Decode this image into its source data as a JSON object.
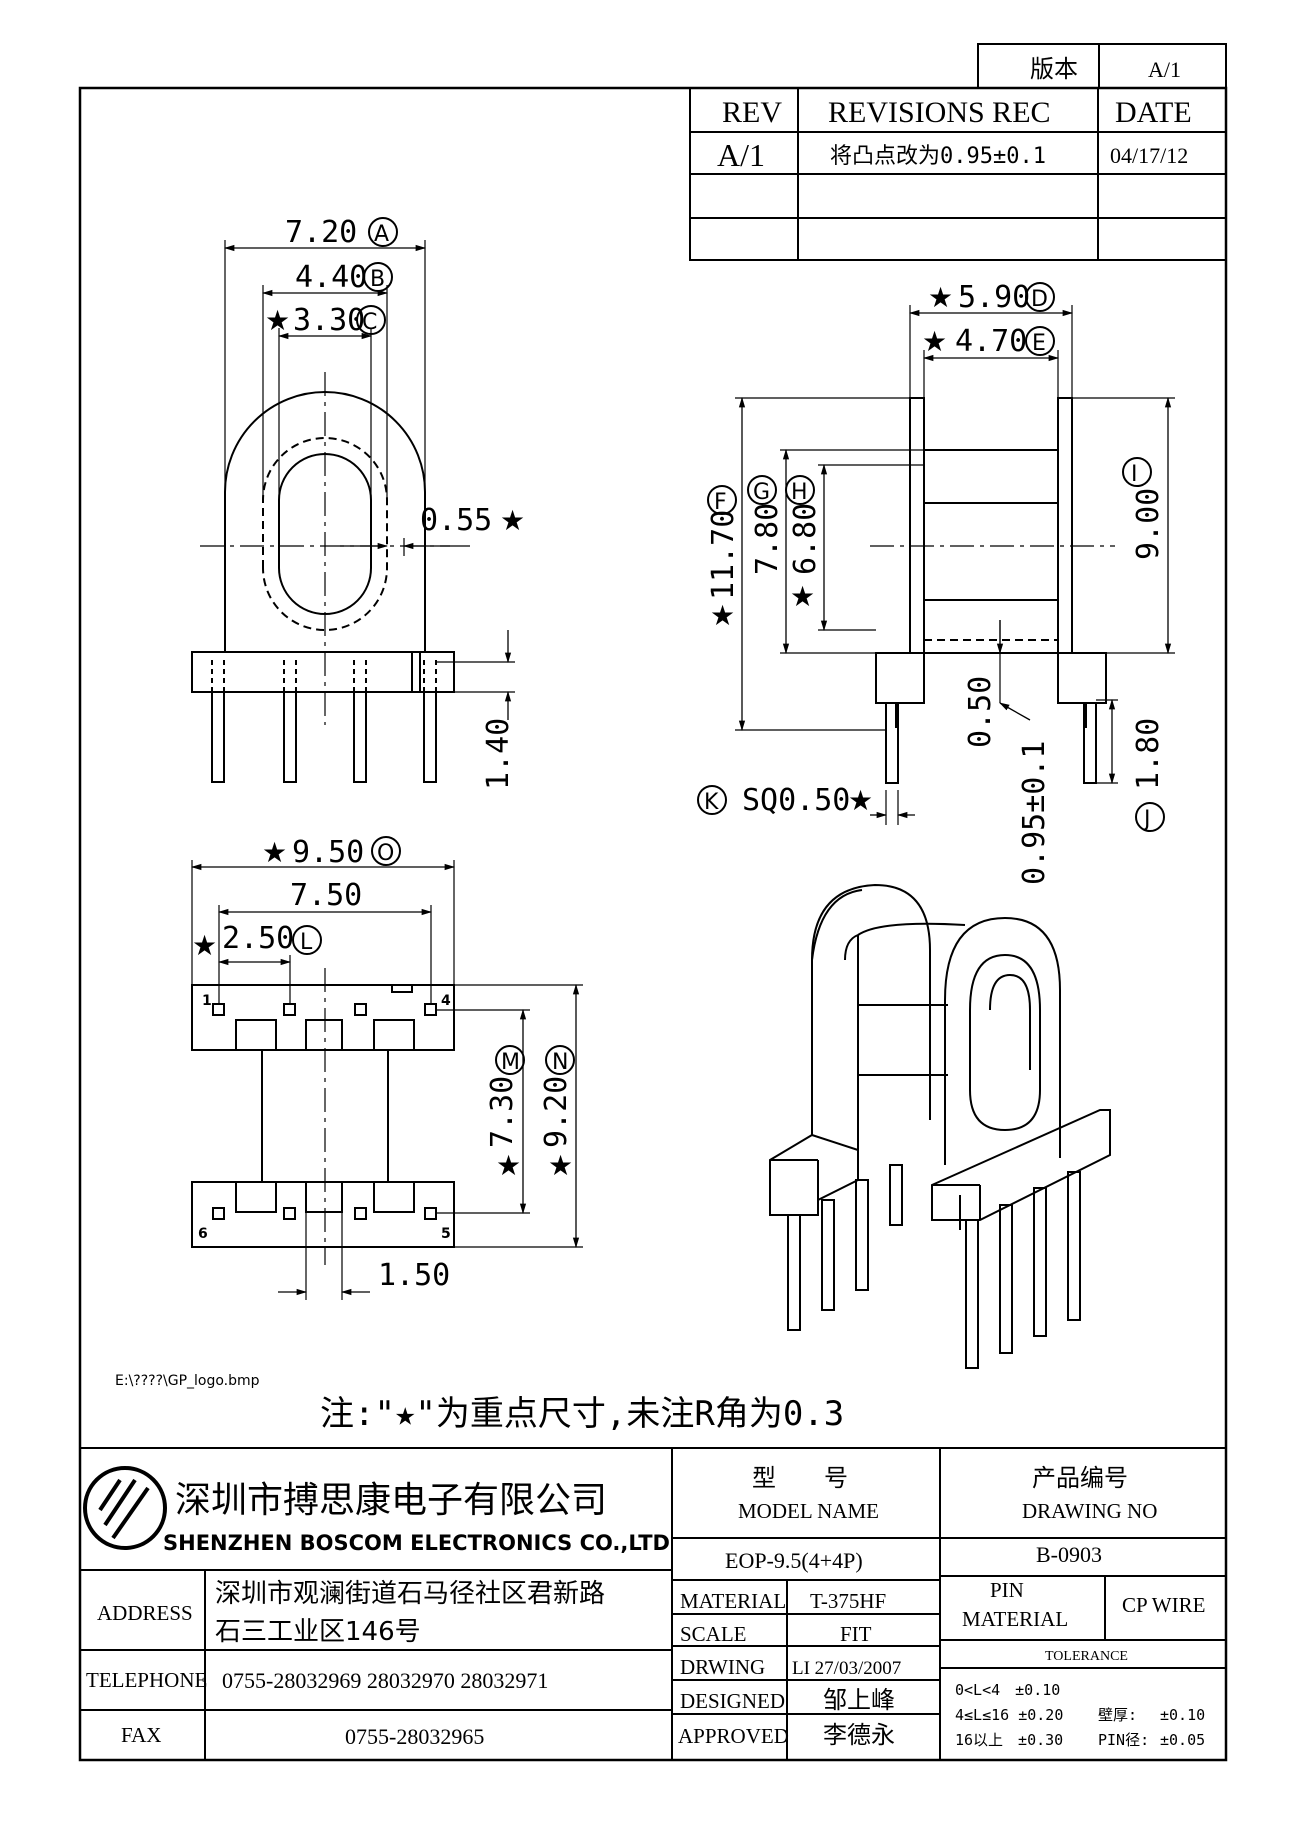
{
  "version_box": {
    "label": "版本",
    "value": "A/1"
  },
  "revisions": {
    "headers": [
      "REV",
      "REVISIONS REC",
      "DATE"
    ],
    "rows": [
      {
        "rev": "A/1",
        "rec": "将凸点改为0.95±0.1",
        "date": "04/17/12"
      }
    ]
  },
  "top_view": {
    "dim_a": "7.20",
    "tag_a": "A",
    "dim_b": "4.40",
    "tag_b": "B",
    "dim_c": "3.30",
    "tag_c": "C",
    "dim_055": "0.55",
    "dim_140": "1.40"
  },
  "side_view": {
    "dim_d": "5.90",
    "tag_d": "D",
    "dim_e": "4.70",
    "tag_e": "E",
    "dim_f": "11.70",
    "tag_f": "F",
    "dim_g": "7.80",
    "tag_g": "G",
    "dim_h": "6.80",
    "tag_h": "H",
    "dim_i": "9.00",
    "tag_i": "I",
    "dim_050": "0.50",
    "dim_095": "0.95±0.1",
    "dim_j": "1.80",
    "tag_j": "J",
    "dim_k": "SQ0.50",
    "tag_k": "K"
  },
  "bottom_view": {
    "dim_o": "9.50",
    "tag_o": "O",
    "dim_750": "7.50",
    "dim_l": "2.50",
    "tag_l": "L",
    "dim_m": "7.30",
    "tag_m": "M",
    "dim_n": "9.20",
    "tag_n": "N",
    "dim_150": "1.50",
    "pins": [
      "1",
      "4",
      "6",
      "5"
    ]
  },
  "star": "★",
  "logo_path": "E:\\????\\GP_logo.bmp",
  "note": "注:\"★\"为重点尺寸,未注R角为0.3",
  "company": {
    "name_cn": "深圳市搏思康电子有限公司",
    "name_en": "SHENZHEN BOSCOM ELECTRONICS CO.,LTD",
    "address_label": "ADDRESS",
    "address_line1": "深圳市观澜街道石马径社区君新路",
    "address_line2": "石三工业区146号",
    "telephone_label": "TELEPHONE",
    "telephone": "0755-28032969 28032970 28032971",
    "fax_label": "FAX",
    "fax": "0755-28032965"
  },
  "title_block": {
    "model_cn": "型　　号",
    "model_en": "MODEL NAME",
    "model_value": "EOP-9.5(4+4P)",
    "drawing_cn": "产品编号",
    "drawing_en": "DRAWING NO",
    "drawing_value": "B-0903",
    "material_label": "MATERIAL",
    "material_value": "T-375HF",
    "scale_label": "SCALE",
    "scale_value": "FIT",
    "drwing_label": "DRWING",
    "drwing_value": "LI 27/03/2007",
    "designed_label": "DESIGNED",
    "designed_value": "邹上峰",
    "approved_label": "APPROVED",
    "approved_value": "李德永",
    "pin_material_line1": "PIN",
    "pin_material_line2": "MATERIAL",
    "pin_material_value": "CP WIRE",
    "tolerance_label": "TOLERANCE",
    "tol_row1": "0<L<4　±0.10",
    "tol_row2": "4≤L≤16 ±0.20",
    "tol_row3": "16以上　±0.30",
    "wall_label": "壁厚:",
    "wall_value": "±0.10",
    "pin_dia_label": "PIN径:",
    "pin_dia_value": "±0.05"
  }
}
